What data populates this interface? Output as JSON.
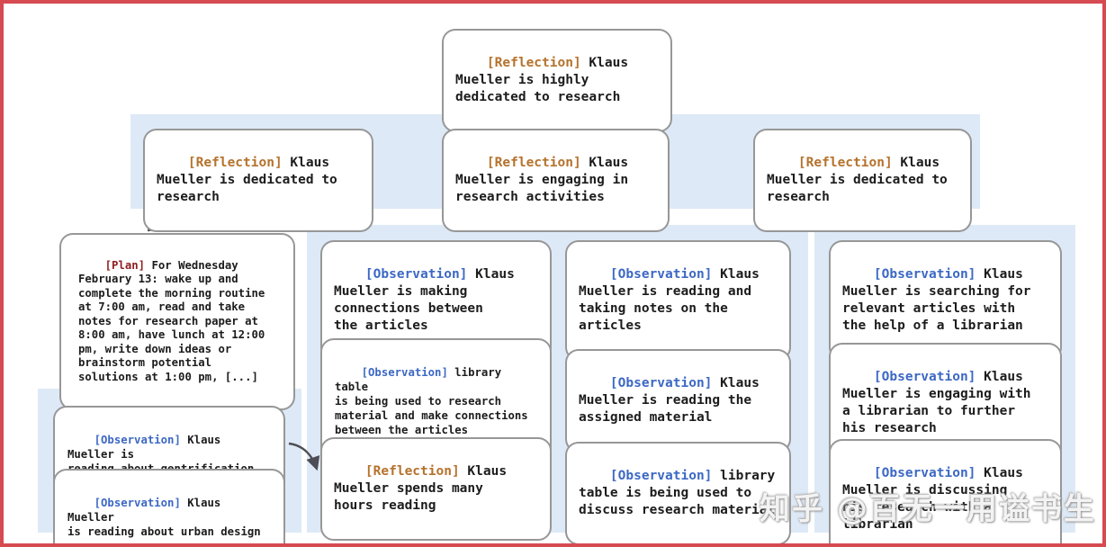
{
  "colors": {
    "frame_border": "#d64a52",
    "band_background": "#dde9f6",
    "card_border": "#979797",
    "reflection_tag": "#b5722c",
    "observation_tag": "#3c68c4",
    "plan_tag": "#8e1f1f",
    "arrow": "#4d4d55"
  },
  "watermark": {
    "text": "知乎 @百无一用谥书生"
  },
  "nodes": {
    "root": {
      "tag": "[Reflection]",
      "text": " Klaus\nMueller is highly\ndedicated to research"
    },
    "l2_left": {
      "tag": "[Reflection]",
      "text": " Klaus\nMueller is dedicated to\nresearch"
    },
    "l2_mid": {
      "tag": "[Reflection]",
      "text": " Klaus\nMueller is engaging in\nresearch activities"
    },
    "l2_right": {
      "tag": "[Reflection]",
      "text": " Klaus\nMueller is dedicated to\nresearch"
    },
    "plan": {
      "tag": "[Plan]",
      "text": " For Wednesday\nFebruary 13: wake up and\ncomplete the morning routine\nat 7:00 am, read and take\nnotes for research paper at\n8:00 am, have lunch at 12:00\npm, write down ideas or\nbrainstorm potential\nsolutions at 1:00 pm, [...]"
    },
    "left_obs1": {
      "tag": "[Observation]",
      "text": " Klaus Mueller is\nreading about gentrification"
    },
    "left_obs2": {
      "tag": "[Observation]",
      "text": " Klaus Mueller\nis reading about urban design"
    },
    "mid_a1": {
      "tag": "[Observation]",
      "text": " Klaus\nMueller is making\nconnections between\nthe articles"
    },
    "mid_a2": {
      "tag": "[Observation]",
      "text": " library table\nis being used to research\nmaterial and make connections\nbetween the articles"
    },
    "mid_a3": {
      "tag": "[Reflection]",
      "text": " Klaus\nMueller spends many\nhours reading"
    },
    "mid_b1": {
      "tag": "[Observation]",
      "text": " Klaus\nMueller is reading and\ntaking notes on the\narticles"
    },
    "mid_b2": {
      "tag": "[Observation]",
      "text": " Klaus\nMueller is reading the\nassigned material"
    },
    "mid_b3": {
      "tag": "[Observation]",
      "text": " library\ntable is being used to\ndiscuss research material"
    },
    "right_1": {
      "tag": "[Observation]",
      "text": " Klaus\nMueller is searching for\nrelevant articles with\nthe help of a librarian"
    },
    "right_2": {
      "tag": "[Observation]",
      "text": " Klaus\nMueller is engaging with\na librarian to further\nhis research"
    },
    "right_3": {
      "tag": "[Observation]",
      "text": " Klaus\nMueller is discussing\nhis research with a\nlibrarian"
    }
  }
}
